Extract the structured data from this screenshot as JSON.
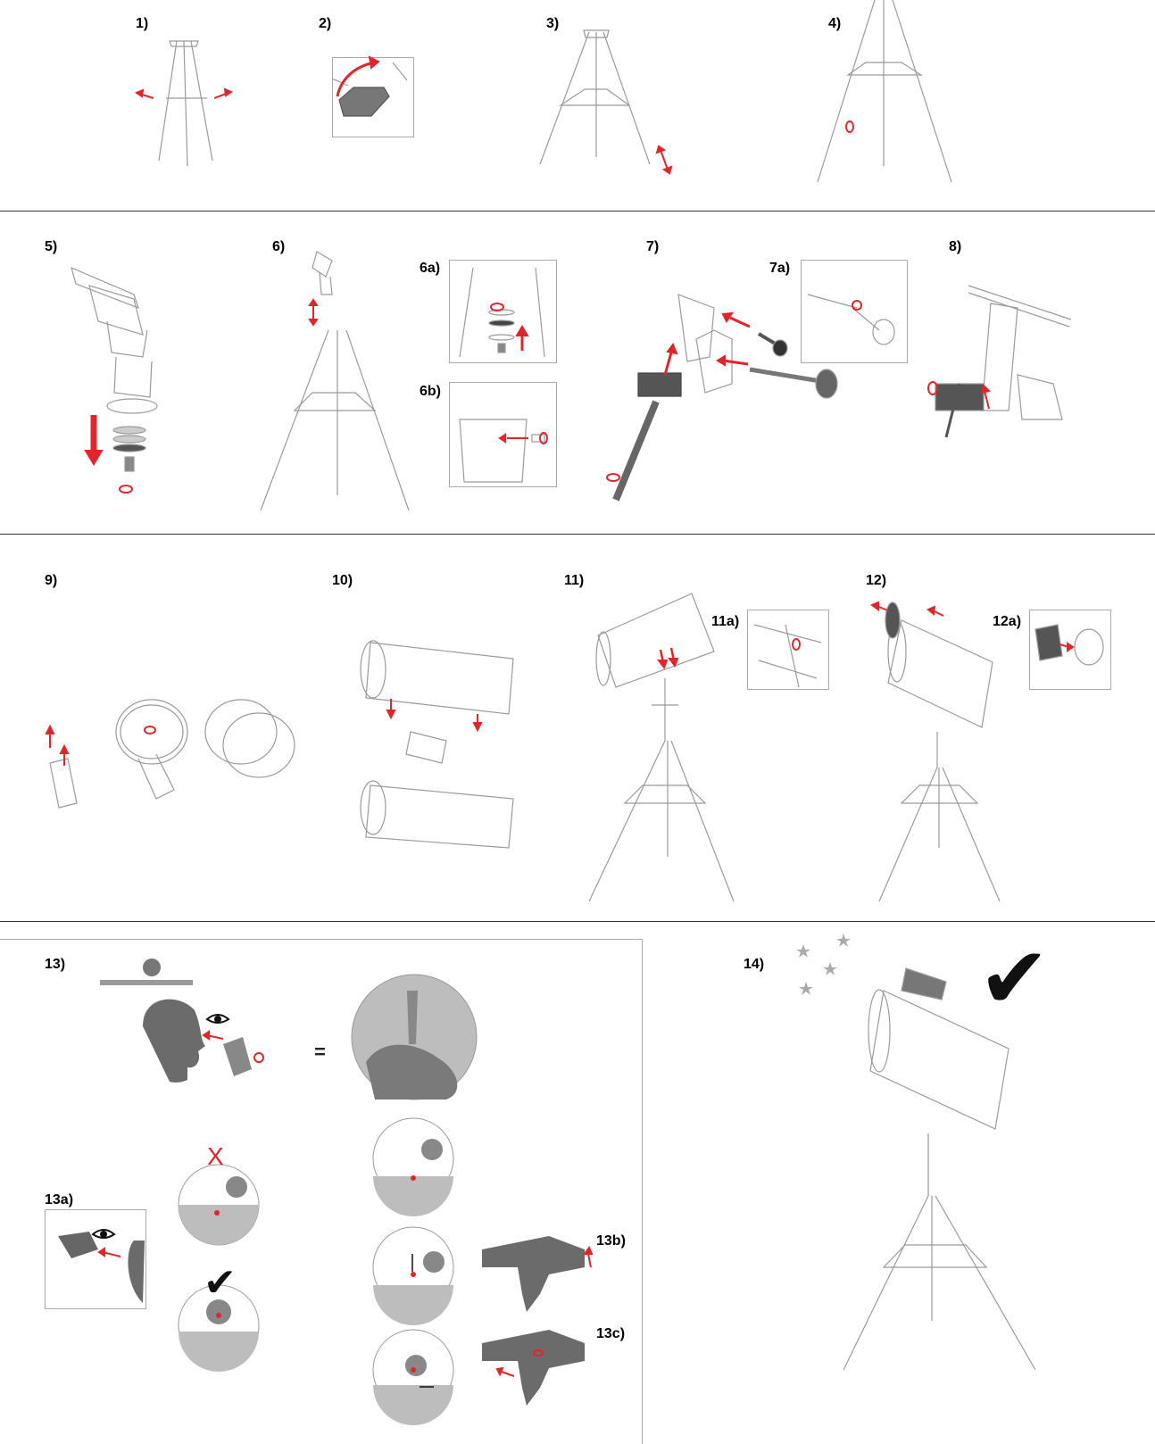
{
  "steps": {
    "s1": "1)",
    "s2": "2)",
    "s3": "3)",
    "s4": "4)",
    "s5": "5)",
    "s6": "6)",
    "s6a": "6a)",
    "s6b": "6b)",
    "s7": "7)",
    "s7a": "7a)",
    "s8": "8)",
    "s9": "9)",
    "s10": "10)",
    "s11": "11)",
    "s11a": "11a)",
    "s12": "12)",
    "s12a": "12a)",
    "s13": "13)",
    "s13a": "13a)",
    "s13b": "13b)",
    "s13c": "13c)",
    "s14": "14)"
  },
  "symbols": {
    "equals": "=",
    "wrong": "X",
    "correct": "✔"
  },
  "colors": {
    "accent": "#e0262a",
    "line": "#9a9a9a",
    "fill_dark": "#6b6b6b",
    "fill_light": "#bdbdbd"
  }
}
